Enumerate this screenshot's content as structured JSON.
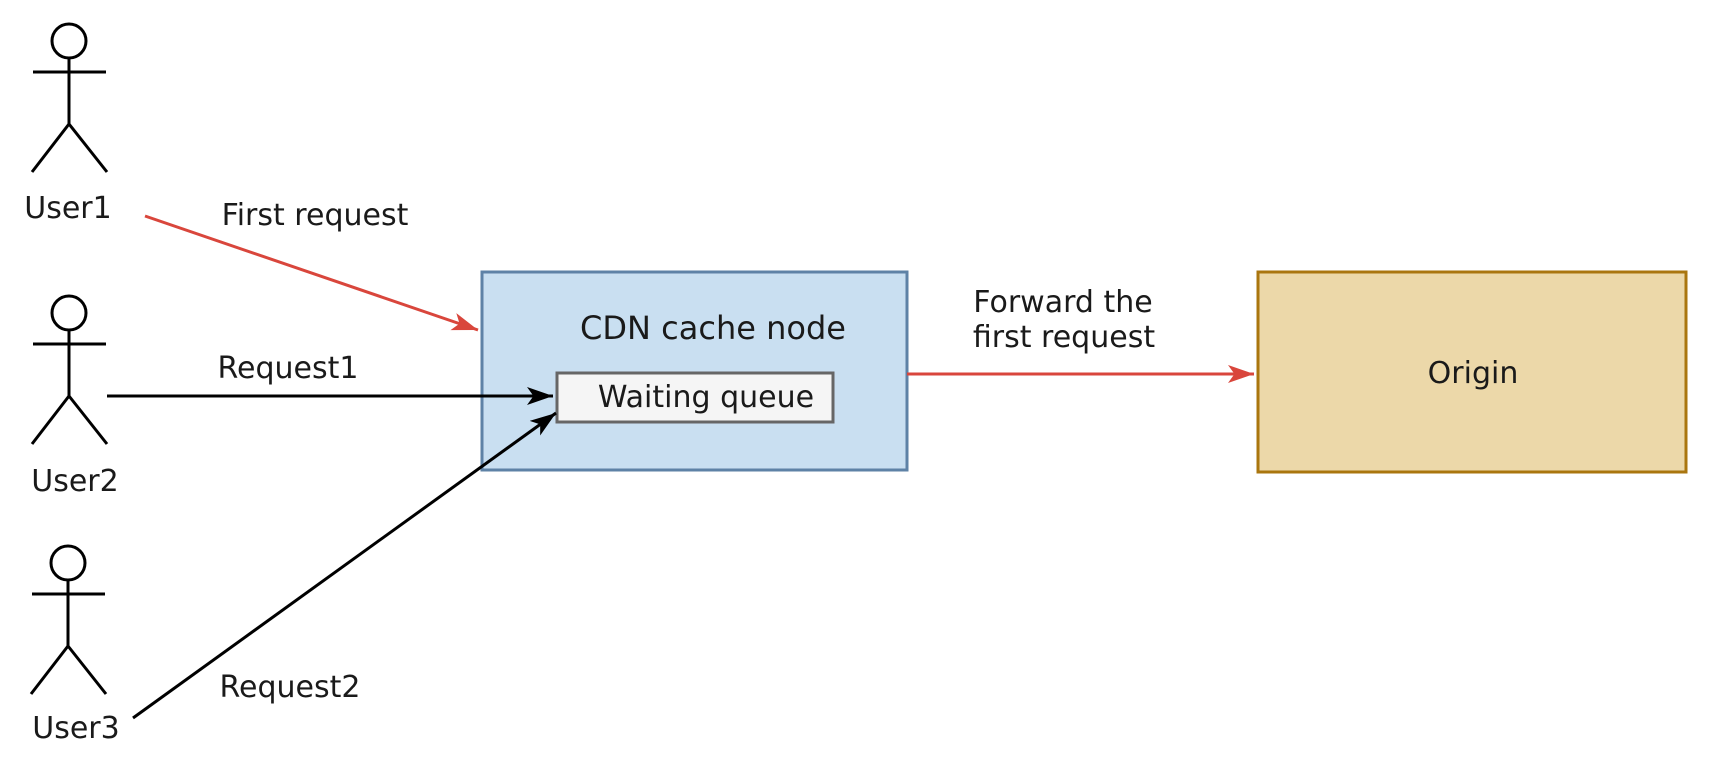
{
  "diagram": {
    "background": "#ffffff",
    "actors": [
      {
        "label": "User1"
      },
      {
        "label": "User2"
      },
      {
        "label": "User3"
      }
    ],
    "nodes": {
      "cdn": {
        "label": "CDN cache node",
        "fill": "#c9dff1",
        "stroke": "#5e82a6"
      },
      "queue": {
        "label": "Waiting queue",
        "fill": "#f5f5f5",
        "stroke": "#666666"
      },
      "origin": {
        "label": "Origin",
        "fill": "#ecd8a9",
        "stroke": "#aa760f"
      }
    },
    "edges": {
      "first_request": {
        "label": "First request",
        "color": "#d9463c"
      },
      "request1": {
        "label": "Request1",
        "color": "#000000"
      },
      "request2": {
        "label": "Request2",
        "color": "#000000"
      },
      "forward": {
        "label": "Forward the first request",
        "label_line1": "Forward the",
        "label_line2": "first request",
        "color": "#d9463c"
      }
    },
    "colors": {
      "text": "#1a1a1a",
      "actor_stroke": "#000000"
    }
  }
}
